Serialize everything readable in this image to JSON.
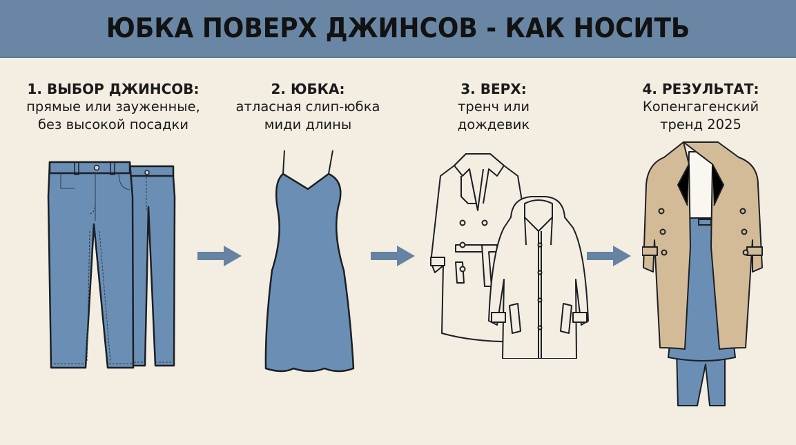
{
  "header": {
    "title": "ЮБКА ПОВЕРХ ДЖИНСОВ - КАК НОСИТЬ",
    "background_color": "#6987a5"
  },
  "steps": [
    {
      "title": "1. ВЫБОР ДЖИНСОВ:",
      "line1": "прямые или зауженные,",
      "line2": "без высокой посадки",
      "illustration": "two-pairs-of-jeans"
    },
    {
      "title": "2. ЮБКА:",
      "line1": "атласная слип-юбка",
      "line2": "миди длины",
      "illustration": "satin-slip-dress"
    },
    {
      "title": "3. ВЕРХ:",
      "line1": "тренч или",
      "line2": "дождевик",
      "illustration": "trench-coat-and-raincoat"
    },
    {
      "title": "4. РЕЗУЛЬТАТ:",
      "line1": "Копенгагенский",
      "line2": "тренд 2025",
      "illustration": "outfit-trench-skirt-jeans"
    }
  ],
  "arrows": [
    "arrow-right",
    "arrow-right",
    "arrow-right"
  ],
  "colors": {
    "background": "#f3ede2",
    "denim": "#6b8fb4",
    "arrow": "#6583a3",
    "beige_coat": "#d3bb98",
    "outline": "#1b1f24"
  }
}
